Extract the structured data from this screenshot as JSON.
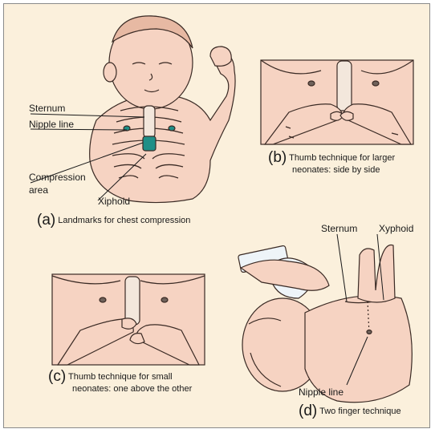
{
  "panels": {
    "a": {
      "letter": "(a)",
      "caption": "Landmarks for chest compression",
      "labels": {
        "sternum": "Sternum",
        "nipple_line": "Nipple line",
        "compression_area_1": "Compression",
        "compression_area_2": "area",
        "xiphoid": "Xiphoid"
      }
    },
    "b": {
      "letter": "(b)",
      "caption_line1": "Thumb technique for larger",
      "caption_line2": "neonates: side by side"
    },
    "c": {
      "letter": "(c)",
      "caption_line1": "Thumb technique for small",
      "caption_line2": "neonates: one above the other"
    },
    "d": {
      "letter": "(d)",
      "caption": "Two finger technique",
      "labels": {
        "sternum": "Sternum",
        "xyphoid": "Xyphoid",
        "nipple_line": "Nipple line"
      }
    }
  },
  "colors": {
    "background": "#fbf0dc",
    "skin": "#f6d3c2",
    "compression_area": "#1f8f87",
    "outline": "#3a2a24"
  }
}
